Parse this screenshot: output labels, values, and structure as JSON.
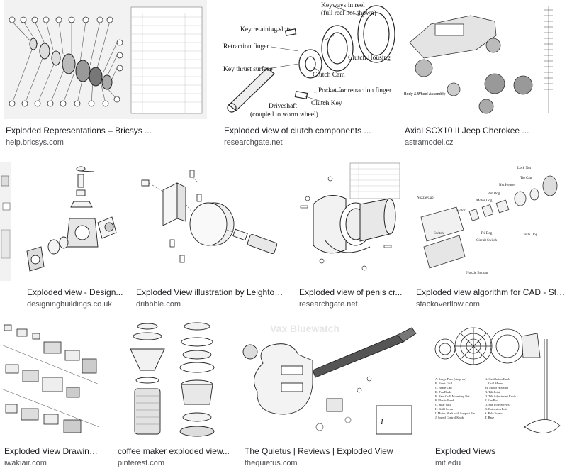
{
  "results": [
    {
      "title": "Exploded Representations – Bricsys ...",
      "source": "help.bricsys.com",
      "thumb": "bricsys-parts-table-drawing"
    },
    {
      "title": "Exploded view of clutch components ...",
      "source": "researchgate.net",
      "thumb": "clutch-components-drawing",
      "labels": {
        "keyways": "Keyways in reel",
        "keyways2": "(full reel not shown)",
        "slots": "Key retaining slots",
        "finger": "Retraction finger",
        "housing": "Clutch Housing",
        "thrust": "Key thrust surface",
        "cam": "Clutch Cam",
        "pocket": "Pocket for retraction finger",
        "key": "Clutch Key",
        "shaft": "Driveshaft",
        "shaft2": "(coupled to worm wheel)"
      }
    },
    {
      "title": "Axial SCX10 II Jeep Cherokee ...",
      "source": "astramodel.cz",
      "thumb": "jeep-parts-drawing",
      "caption": "Body & Wheel Assembly"
    },
    {
      "title": "Exploded view - Design...",
      "source": "designingbuildings.co.uk",
      "thumb": "valve-drawing"
    },
    {
      "title": "Exploded View illustration by Leighton...",
      "source": "dribbble.com",
      "thumb": "bracket-drawing"
    },
    {
      "title": "Exploded view of penis cr...",
      "source": "researchgate.net",
      "thumb": "cylinder-drawing"
    },
    {
      "title": "Exploded view algorithm for CAD - Stack ...",
      "source": "stackoverflow.com",
      "thumb": "cad-drawing",
      "labels": {
        "a": "Lock Nut",
        "b": "Tip Cap",
        "c": "Nut Header",
        "d": "Pan Dog",
        "e": "Motor Dog",
        "f": "Nozzle Cap",
        "g": "Motor",
        "h": "Switch",
        "i": "Circle Dog",
        "j": "Tri-Dog",
        "k": "Circuit Switch",
        "l": "Nozzle Bottom"
      }
    },
    {
      "title": "Exploded View Drawings...",
      "source": "iwakiair.com",
      "thumb": "pump-drawing"
    },
    {
      "title": "coffee maker exploded view...",
      "source": "pinterest.com",
      "thumb": "coffee-maker-drawing"
    },
    {
      "title": "The Quietus | Reviews | Exploded View",
      "source": "thequietus.com",
      "thumb": "guitar-drawing",
      "watermark": "Vax Bluewatch"
    },
    {
      "title": "Exploded Views",
      "source": "mit.edu",
      "thumb": "fan-drawing",
      "legend": [
        "A. Large Plate (strap-on)",
        "B. Front Grill",
        "C. Blade Cap",
        "D. Fan Blade",
        "E. Rear Grill Mounting Nut",
        "F. Plastic Band",
        "G. Rear Grill",
        "H. Grill Screw",
        "I. Motor Shaft with Support Pin",
        "J. Speed Control Knob",
        "K. Oscillation Knob",
        "L. Grill Mount",
        "M. Motor Housing",
        "N. Tilt Joint",
        "O. Tilt Adjustment Knob",
        "P. Fan Pod",
        "Q. Fan Pole Screws",
        "R. Extension Pole",
        "S. Pole Screw",
        "T. Base"
      ]
    }
  ]
}
